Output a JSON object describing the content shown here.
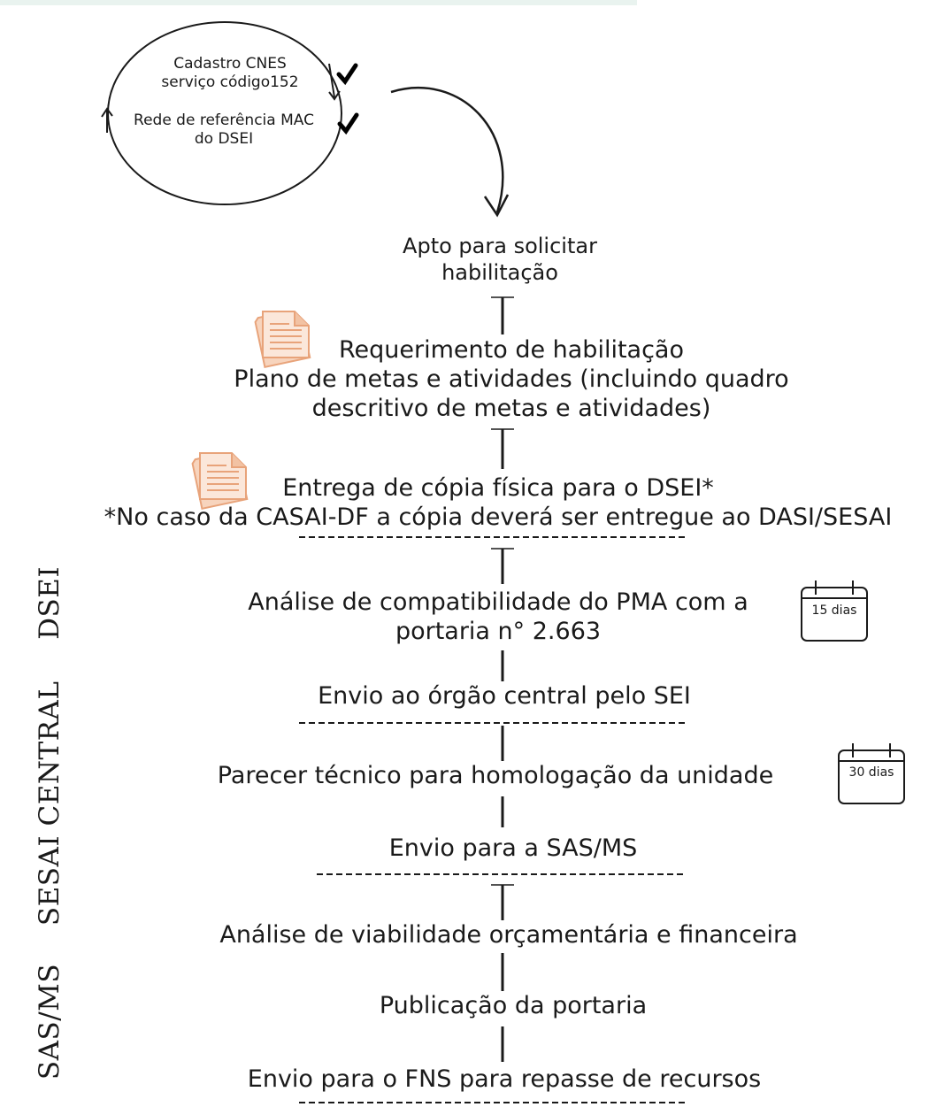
{
  "cycle": {
    "item1": [
      "Cadastro CNES",
      "serviço código152"
    ],
    "item2": [
      "Rede de referência MAC",
      "do DSEI"
    ]
  },
  "steps": {
    "apto": [
      "Apto para solicitar",
      "habilitação"
    ],
    "requerimento": [
      "Requerimento de habilitação",
      "Plano de metas e atividades (incluindo quadro",
      "descritivo de metas e atividades)"
    ],
    "entrega": [
      "Entrega de cópia física para o DSEI*",
      "*No caso da CASAI-DF a cópia deverá ser entregue ao DASI/SESAI"
    ],
    "analise_pma": [
      "Análise de compatibilidade do PMA com a",
      "portaria n° 2.663"
    ],
    "envio_sei": "Envio ao órgão central pelo SEI",
    "parecer": "Parecer técnico para homologação da unidade",
    "envio_sas": "Envio para a SAS/MS",
    "analise_viab": "Análise de viabilidade orçamentária e financeira",
    "publicacao": "Publicação da portaria",
    "envio_fns": "Envio para o FNS para repasse de recursos"
  },
  "calendars": {
    "cal1": "15 dias",
    "cal2": "30 dias"
  },
  "sections": {
    "sas": "SAS/MS",
    "sesai": "SESAI CENTRAL",
    "dsei": "DSEI"
  },
  "colors": {
    "document_icon": "#e8a37a",
    "line": "#1a1a1a",
    "topbar": "#e9f3ef"
  }
}
